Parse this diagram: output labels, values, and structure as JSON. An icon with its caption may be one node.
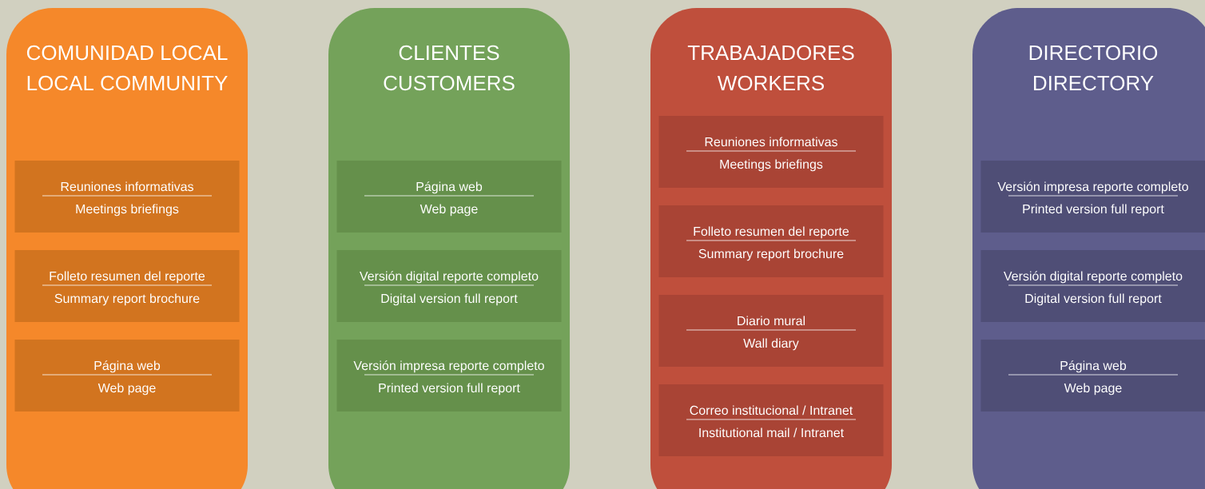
{
  "diagram": {
    "nodes": [
      {
        "text": [
          "COMUNIDAD LOCAL",
          "LOCAL COMMUNITY"
        ]
      },
      {
        "text": [
          "Reuniones informativas",
          "Meetings briefings"
        ],
        "in": 0
      },
      {
        "text": [
          "Folleto resumen del reporte",
          "Summary report brochure"
        ],
        "in": 0
      },
      {
        "text": [
          "Página web",
          "Web page"
        ],
        "in": 0
      },
      {
        "text": [
          "CLIENTES",
          "CUSTOMERS"
        ]
      },
      {
        "text": [
          "Página web",
          "Web page"
        ],
        "in": 4
      },
      {
        "text": [
          "Versión digital reporte completo",
          "Digital version full report"
        ],
        "in": 4
      },
      {
        "text": [
          "Versión impresa reporte completo",
          "Printed version full report"
        ],
        "in": 4
      },
      {
        "text": [
          "TRABAJADORES",
          "WORKERS"
        ]
      },
      {
        "text": [
          "Reuniones informativas",
          "Meetings briefings"
        ],
        "in": 8
      },
      {
        "text": [
          "Folleto resumen del reporte",
          "Summary report brochure"
        ],
        "in": 8
      },
      {
        "text": [
          "Diario mural",
          "Wall diary"
        ],
        "in": 8
      },
      {
        "text": [
          "Correo institucional / Intranet",
          "Institutional mail / Intranet"
        ],
        "in": 8
      },
      {
        "text": [
          "DIRECTORIO",
          "DIRECTORY"
        ]
      },
      {
        "text": [
          "Versión impresa reporte completo",
          "Printed version full report"
        ],
        "in": 13
      },
      {
        "text": [
          "Versión digital reporte completo",
          "Digital version full report"
        ],
        "in": 13
      },
      {
        "text": [
          "Página web",
          "Web page"
        ],
        "in": 13
      }
    ]
  }
}
